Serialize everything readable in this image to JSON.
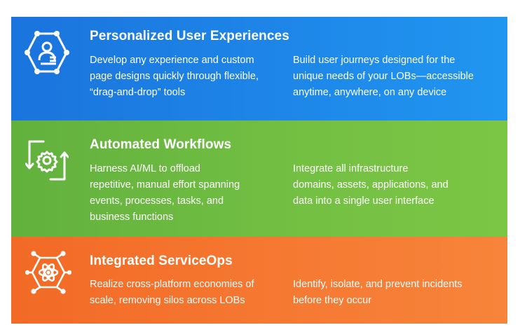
{
  "sections": [
    {
      "title": "Personalized User Experiences",
      "icon": "user-profile-hexagon-icon",
      "color": "#1e86e8",
      "col1": [
        "Develop any experience and custom",
        "page designs quickly through flexible,",
        "“drag-and-drop” tools"
      ],
      "col2": [
        "Build user journeys designed for the",
        "unique needs of your LOBs—accessible",
        "anytime, anywhere, on any device"
      ]
    },
    {
      "title": "Automated Workflows",
      "icon": "gear-cycle-icon",
      "color": "#74c043",
      "col1": [
        "Harness AI/ML to offload",
        "repetitive, manual effort spanning",
        "events, processes, tasks, and",
        "business functions"
      ],
      "col2": [
        "Integrate all infrastructure",
        "domains, assets, applications, and",
        "data into a single user interface"
      ]
    },
    {
      "title": "Integrated ServiceOps",
      "icon": "atom-network-icon",
      "color": "#f67a33",
      "col1": [
        "Realize cross-platform economies of",
        "scale, removing silos across LOBs"
      ],
      "col2": [
        "Identify, isolate, and prevent incidents",
        "before they occur"
      ]
    }
  ]
}
